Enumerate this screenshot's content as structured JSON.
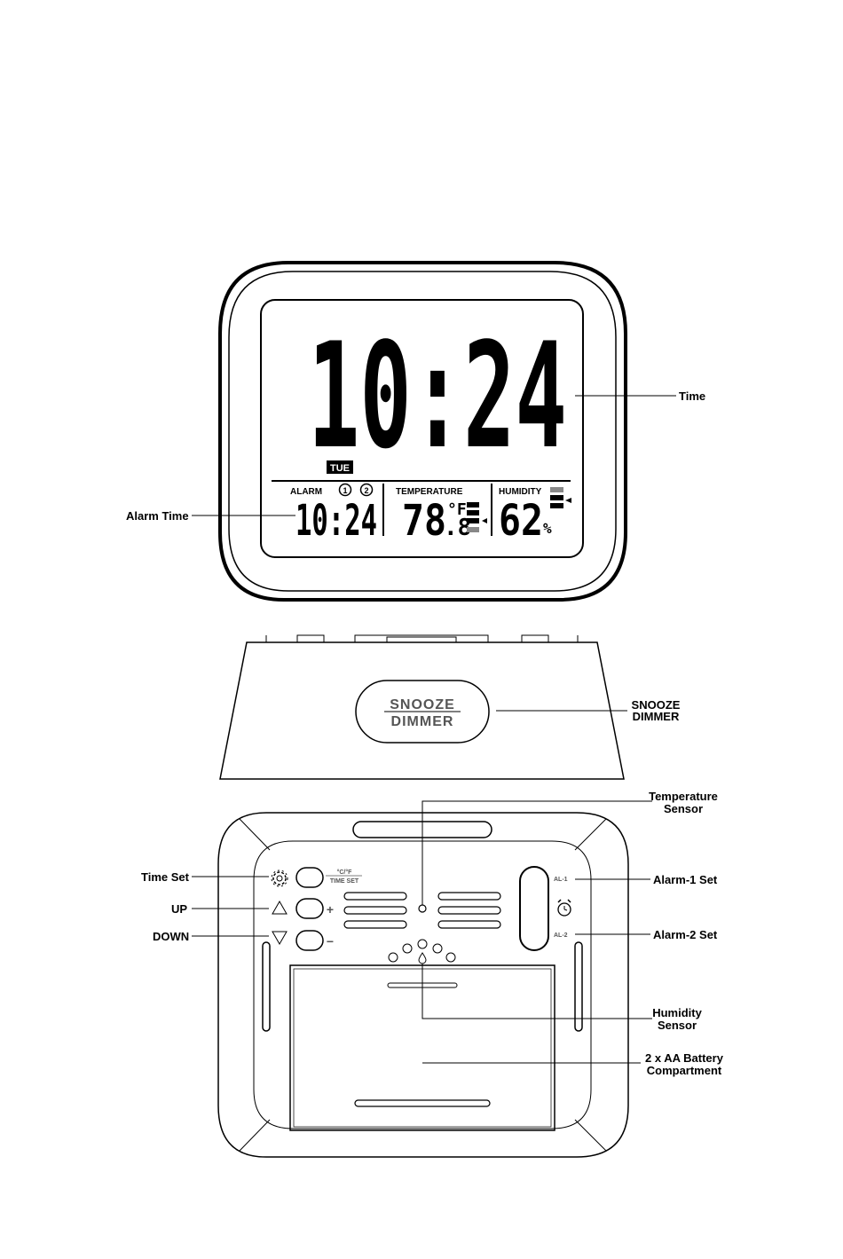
{
  "display": {
    "time": "10:24",
    "day": "TUE",
    "alarm_label": "ALARM",
    "alarm_icon_1": "1",
    "alarm_icon_2": "2",
    "alarm_time": "10:24",
    "temperature_label": "TEMPERATURE",
    "temperature_int": "78",
    "temperature_dec": ".8",
    "temperature_unit": "°F",
    "humidity_label": "HUMIDITY",
    "humidity_value": "62",
    "humidity_unit": "%"
  },
  "snooze_button": {
    "line1": "SNOOZE",
    "line2": "DIMMER"
  },
  "back_panel": {
    "unit_switch_label": "°C/°F",
    "time_set_label": "TIME SET",
    "plus": "+",
    "minus": "−",
    "al1": "AL-1",
    "al2": "AL-2"
  },
  "callouts": {
    "time": "Time",
    "alarm_time": "Alarm Time",
    "snooze_line1": "SNOOZE",
    "snooze_line2": "DIMMER",
    "temp_sensor_line1": "Temperature",
    "temp_sensor_line2": "Sensor",
    "time_set": "Time Set",
    "up": "UP",
    "down": "DOWN",
    "alarm1_set": "Alarm-1 Set",
    "alarm2_set": "Alarm-2 Set",
    "humidity_sensor_line1": "Humidity",
    "humidity_sensor_line2": "Sensor",
    "battery_line1": "2 x AA Battery",
    "battery_line2": "Compartment"
  },
  "icons": [
    "gear-icon",
    "up-triangle-icon",
    "down-triangle-icon",
    "alarm-clock-icon",
    "water-drop-icon"
  ]
}
